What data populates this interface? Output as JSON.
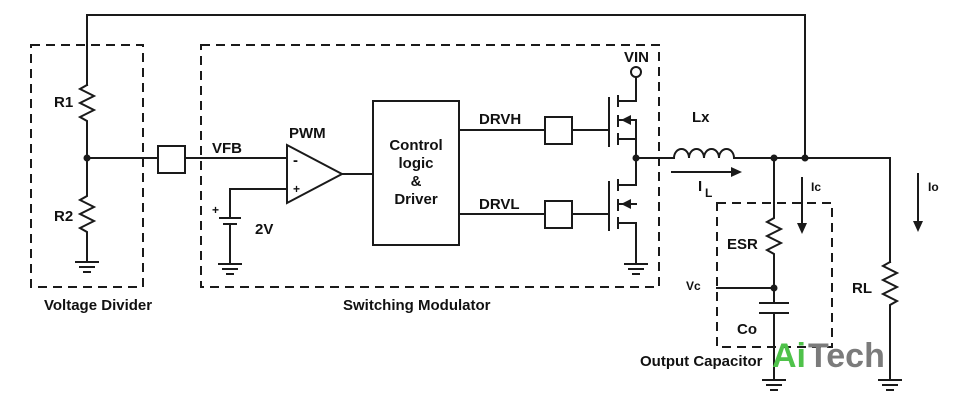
{
  "diagram": {
    "blocks": {
      "voltage_divider": "Voltage Divider",
      "switching_modulator": "Switching Modulator",
      "output_capacitor": "Output Capacitor",
      "control": [
        "Control",
        "logic",
        "&",
        "Driver"
      ]
    },
    "components": {
      "r1": "R1",
      "r2": "R2",
      "pwm": "PWM",
      "vfb": "VFB",
      "ref_voltage": "2V",
      "vin": "VIN",
      "drvh": "DRVH",
      "drvl": "DRVL",
      "inductor": "Lx",
      "inductor_current": "I",
      "inductor_current_sub": "L",
      "cap_current": "Ic",
      "load_current": "Io",
      "esr": "ESR",
      "vc": "Vc",
      "co": "Co",
      "rl": "RL",
      "minus": "-",
      "plus": "+",
      "battery_plus": "+"
    },
    "logo": {
      "ai": "Ai",
      "tech": "Tech"
    }
  }
}
